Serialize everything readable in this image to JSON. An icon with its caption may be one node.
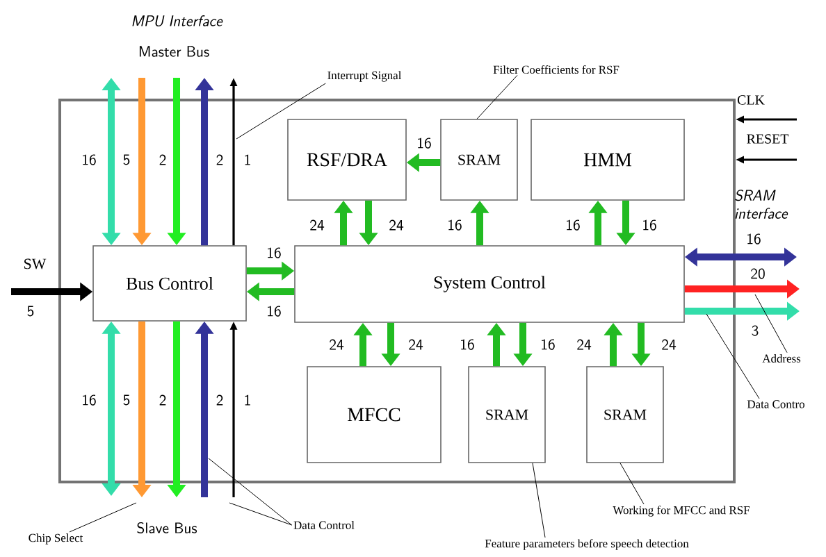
{
  "diagram": {
    "nodes": [
      {
        "text": [],
        "shape": "box"
      },
      {
        "text": [
          "Bus Control"
        ],
        "in": 0
      },
      {
        "text": [
          "System Control"
        ],
        "in": 0
      },
      {
        "text": [
          "RSF/DRA"
        ],
        "in": 0
      },
      {
        "text": [
          "SRAM"
        ],
        "in": 0
      },
      {
        "text": [
          "HMM"
        ],
        "in": 0
      },
      {
        "text": [
          "MFCC"
        ],
        "in": 0
      },
      {
        "text": [
          "SRAM"
        ],
        "in": 0
      },
      {
        "text": [
          "SRAM"
        ],
        "in": 0
      },
      {
        "text": [
          "Interrupt Signal"
        ]
      },
      {
        "text": [
          "Filter Coefficients for RSF"
        ]
      },
      {
        "text": [
          "Chip Select"
        ]
      },
      {
        "text": [
          "Data Control"
        ]
      },
      {
        "text": [
          "Address"
        ]
      },
      {
        "text": [
          "Data Contro"
        ]
      },
      {
        "text": [
          "Working for MFCC and RSF"
        ]
      },
      {
        "text": [
          "Feature parameters before speech detection"
        ]
      }
    ],
    "edges": [
      {
        "from": 1,
        "to": null,
        "arrow": "both",
        "label": "16",
        "color": "#33ddaa"
      },
      {
        "from": null,
        "to": 1,
        "arrow": "to",
        "label": "5",
        "color": "#ff9933"
      },
      {
        "from": null,
        "to": 1,
        "arrow": "to",
        "label": "2",
        "color": "#22ee22"
      },
      {
        "from": 1,
        "to": null,
        "arrow": "to",
        "label": "2",
        "color": "#333399"
      },
      {
        "from": 1,
        "to": null,
        "arrow": "to",
        "label": "1"
      },
      {
        "from": 1,
        "to": null,
        "arrow": "both",
        "label": "16",
        "color": "#33ddaa"
      },
      {
        "from": 1,
        "to": null,
        "arrow": "to",
        "label": "5",
        "color": "#ff9933"
      },
      {
        "from": 1,
        "to": null,
        "arrow": "to",
        "label": "2",
        "color": "#22ee22"
      },
      {
        "from": null,
        "to": 1,
        "arrow": "to",
        "label": "2",
        "color": "#333399"
      },
      {
        "from": null,
        "to": 1,
        "arrow": "to",
        "label": "1"
      },
      {
        "from": null,
        "to": 1,
        "arrow": "to",
        "label": "5",
        "color": "#000000"
      },
      {
        "from": 1,
        "to": 2,
        "arrow": "to",
        "label": "16",
        "color": "#22bb22"
      },
      {
        "from": 2,
        "to": 1,
        "arrow": "to",
        "label": "16",
        "color": "#22bb22"
      },
      {
        "from": 2,
        "to": 3,
        "arrow": "to",
        "label": "24",
        "color": "#22bb22"
      },
      {
        "from": 3,
        "to": 2,
        "arrow": "to",
        "label": "24",
        "color": "#22bb22"
      },
      {
        "from": 4,
        "to": 3,
        "arrow": "to",
        "label": "16",
        "color": "#22bb22"
      },
      {
        "from": 2,
        "to": 4,
        "arrow": "to",
        "label": "16",
        "color": "#22bb22"
      },
      {
        "from": 2,
        "to": 5,
        "arrow": "to",
        "label": "16",
        "color": "#22bb22"
      },
      {
        "from": 5,
        "to": 2,
        "arrow": "to",
        "label": "16",
        "color": "#22bb22"
      },
      {
        "from": 6,
        "to": 2,
        "arrow": "to",
        "label": "24",
        "color": "#22bb22"
      },
      {
        "from": 2,
        "to": 6,
        "arrow": "to",
        "label": "24",
        "color": "#22bb22"
      },
      {
        "from": 7,
        "to": 2,
        "arrow": "to",
        "label": "16",
        "color": "#22bb22"
      },
      {
        "from": 2,
        "to": 7,
        "arrow": "to",
        "label": "16",
        "color": "#22bb22"
      },
      {
        "from": 8,
        "to": 2,
        "arrow": "to",
        "label": "24",
        "color": "#22bb22"
      },
      {
        "from": 2,
        "to": 8,
        "arrow": "to",
        "label": "24",
        "color": "#22bb22"
      },
      {
        "from": 2,
        "to": null,
        "arrow": "both",
        "label": "16",
        "color": "#333399"
      },
      {
        "from": 2,
        "to": null,
        "arrow": "to",
        "label": "20",
        "color": "#ff2222"
      },
      {
        "from": 2,
        "to": null,
        "arrow": "to",
        "label": "3",
        "color": "#33ddaa"
      },
      {
        "from": null,
        "to": 0,
        "arrow": "to",
        "label": "CLK"
      },
      {
        "from": null,
        "to": 0,
        "arrow": "to",
        "label": "RESET"
      },
      {
        "from": 9,
        "to": null,
        "arrow": "none"
      },
      {
        "from": 10,
        "to": 4,
        "arrow": "none"
      },
      {
        "from": 11,
        "to": null,
        "arrow": "none"
      },
      {
        "from": 12,
        "to": null,
        "arrow": "none"
      },
      {
        "from": 12,
        "to": null,
        "arrow": "none"
      },
      {
        "from": 13,
        "to": null,
        "arrow": "none"
      },
      {
        "from": 14,
        "to": null,
        "arrow": "none"
      },
      {
        "from": 15,
        "to": 8,
        "arrow": "none"
      },
      {
        "from": 16,
        "to": 7,
        "arrow": "none"
      }
    ],
    "labels": [
      "MPU Interface",
      "Master Bus",
      "SW",
      "SRAM interface",
      "Slave Bus"
    ]
  }
}
